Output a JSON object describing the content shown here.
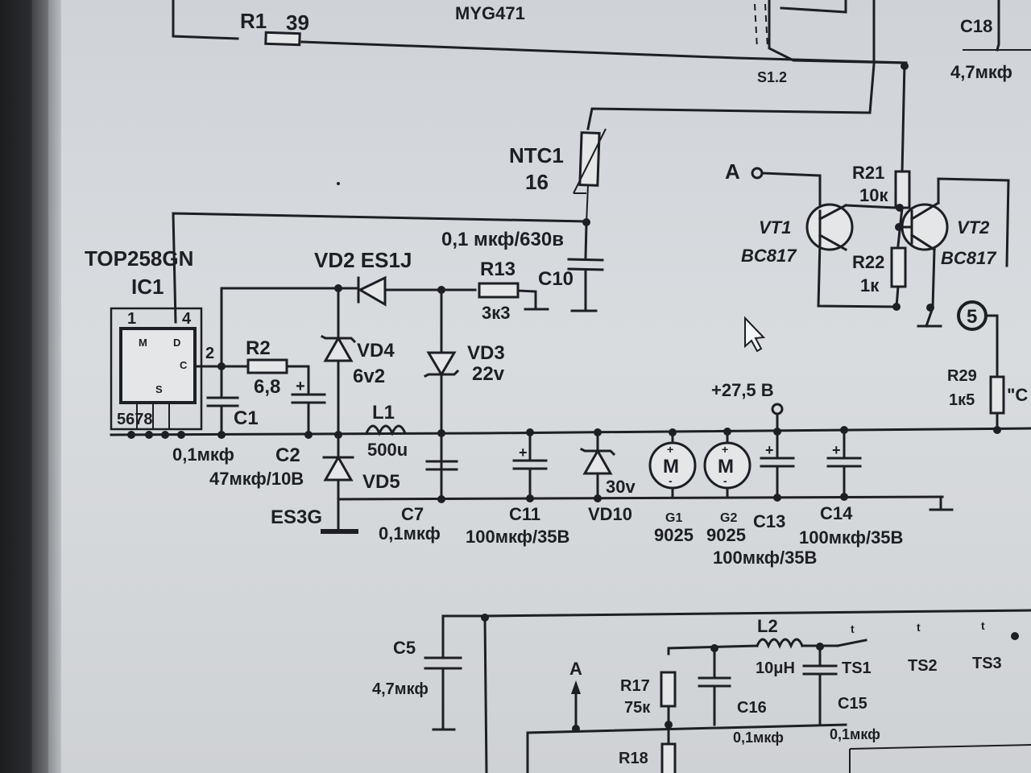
{
  "labels": {
    "r1": "R1",
    "r1_value": "39",
    "myg": "MYG471",
    "s12": "S1.2",
    "c18": "C18",
    "c18_value": "4,7мкф",
    "ntc1": "NTC1",
    "ntc1_value": "16",
    "c10_spec": "0,1 мкф/630в",
    "c10": "C10",
    "r13": "R13",
    "r13_value": "3к3",
    "ic_part": "TOP258GN",
    "ic1": "IC1",
    "pin1": "1",
    "pin4": "4",
    "pin2": "2",
    "pins_bottom": "5678",
    "ic_m": "M",
    "ic_d": "D",
    "ic_c": "C",
    "ic_s": "S",
    "vd2": "VD2 ES1J",
    "r2": "R2",
    "r2_value": "6,8",
    "c1": "C1",
    "c1_value": "0,1мкф",
    "c2": "C2",
    "c2_value": "47мкф/10В",
    "vd4": "VD4",
    "vd4_value": "6v2",
    "vd3": "VD3",
    "vd3_value": "22v",
    "l1": "L1",
    "l1_value": "500u",
    "vd5": "VD5",
    "es3g": "ES3G",
    "c7": "C7",
    "c7_value": "0,1мкф",
    "c11": "C11",
    "c11_value": "100мкф/35В",
    "vd10": "VD10",
    "vd10_value": "30v",
    "g1": "G1",
    "g1_value": "9025",
    "g2": "G2",
    "g2_value": "9025",
    "c13": "C13",
    "c13_value": "100мкф/35В",
    "c14": "C14",
    "c14_value": "100мкф/35В",
    "supply": "+27,5 В",
    "node_a": "A",
    "r21": "R21",
    "r21_value": "10к",
    "vt1": "VT1",
    "vt1_value": "BC817",
    "vt2": "VT2",
    "vt2_value": "BC817",
    "r22": "R22",
    "r22_value": "1к",
    "circle5": "5",
    "r29": "R29",
    "r29_value": "1к5",
    "r29_tail": "\"C",
    "motor": "M",
    "c5": "C5",
    "c5_value": "4,7мкф",
    "a_lower": "A",
    "r17": "R17",
    "r17_value": "75к",
    "l2": "L2",
    "l2_value": "10μH",
    "ts1": "TS1",
    "ts2": "TS2",
    "ts3": "TS3",
    "c16": "C16",
    "c16_value": "0,1мкф",
    "c15": "C15",
    "c15_value": "0,1мкф",
    "r18": "R18",
    "t_mark": "t"
  }
}
